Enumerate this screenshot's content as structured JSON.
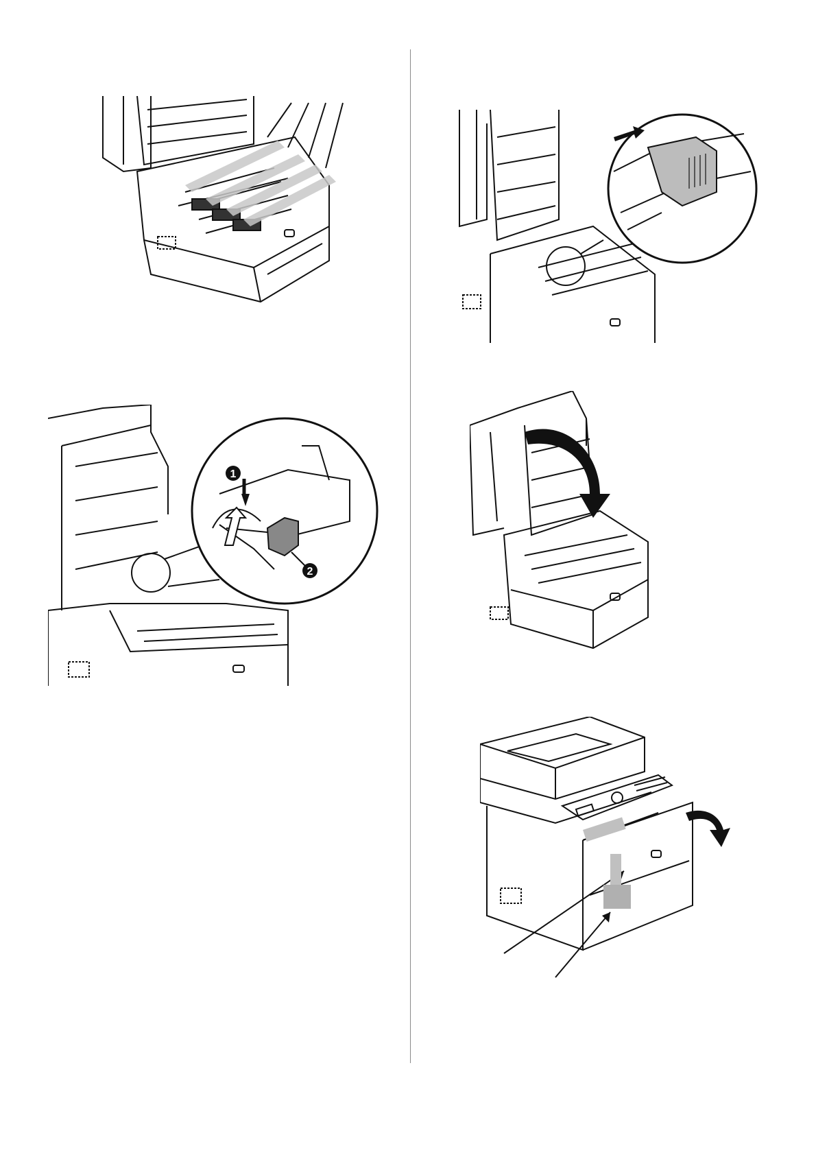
{
  "figures": {
    "remove_sheets": {
      "icon": "printer-open-remove-protective-sheets"
    },
    "remove_toner_lock": {
      "icon": "toner-lever-rotate-zoom"
    },
    "remove_packing_clip": {
      "icon": "packing-clip-remove-zoom",
      "callout_1": "1",
      "callout_2": "2"
    },
    "close_cover": {
      "icon": "close-top-cover-arrow"
    },
    "remove_tape": {
      "icon": "remove-tape-and-open-tray"
    }
  }
}
